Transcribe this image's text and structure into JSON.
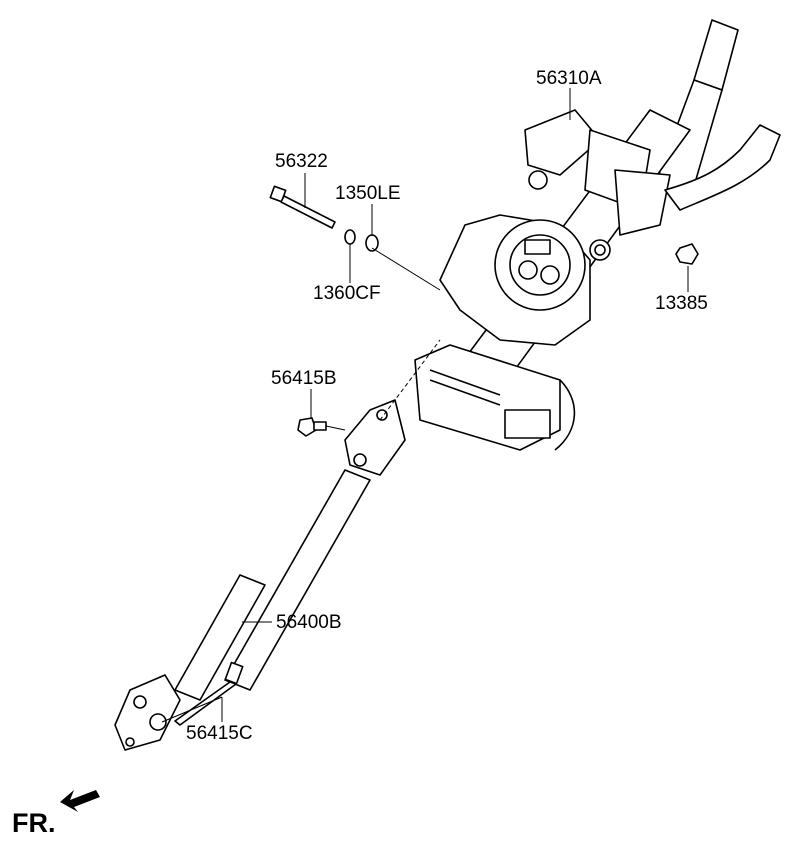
{
  "diagram": {
    "labels": {
      "steering_column": "56310A",
      "bolt_upper": "56322",
      "washer_a": "1350LE",
      "washer_b": "1360CF",
      "nut": "13385",
      "bolt_joint_upper": "56415B",
      "intermediate_shaft": "56400B",
      "bolt_joint_lower": "56415C"
    },
    "front_indicator": "FR."
  }
}
